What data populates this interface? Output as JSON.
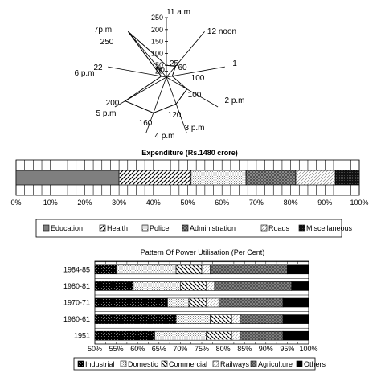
{
  "chart_data": [
    {
      "type": "radar",
      "title": "",
      "spokes": [
        "11 a.m",
        "12 noon",
        "1",
        "2 p.m",
        "3 p.m",
        "4 p.m",
        "5 p.m",
        "6 p.m",
        "7p.m"
      ],
      "values": [
        50,
        60,
        25,
        100,
        120,
        160,
        200,
        22,
        250
      ],
      "value_labels": [
        "50",
        "60",
        "25",
        "100",
        "120",
        "160",
        "200",
        "22",
        "250"
      ],
      "axis_ticks": [
        "250",
        "200",
        "150",
        "100",
        "50",
        "25"
      ],
      "axis_tick_values": [
        250,
        200,
        150,
        100,
        50,
        25
      ],
      "extra_label": "100",
      "rmax": 250
    },
    {
      "type": "stacked-bar-100",
      "title": "Expenditure (Rs.1480 crore)",
      "xlim": [
        0,
        100
      ],
      "ticks": [
        "0%",
        "10%",
        "20%",
        "30%",
        "40%",
        "50%",
        "60%",
        "70%",
        "80%",
        "90%",
        "100%"
      ],
      "series": [
        {
          "name": "Education",
          "value": 30
        },
        {
          "name": "Health",
          "value": 21
        },
        {
          "name": "Police",
          "value": 16
        },
        {
          "name": "Administration",
          "value": 14.5
        },
        {
          "name": "Roads",
          "value": 11.5
        },
        {
          "name": "Miscellaneous",
          "value": 7
        }
      ],
      "legend": "bottom"
    },
    {
      "type": "stacked-bar-horizontal",
      "title": "Pattern Of Power Utilisation (Per Cent)",
      "xlim": [
        50,
        100
      ],
      "ticks": [
        "50%",
        "55%",
        "60%",
        "65%",
        "70%",
        "75%",
        "80%",
        "85%",
        "90%",
        "95%",
        "100%"
      ],
      "categories": [
        "1984-85",
        "1980-81",
        "1970-71",
        "1960-61",
        "1951"
      ],
      "series": [
        {
          "name": "Industrial",
          "values": [
            55,
            59,
            67,
            69,
            64
          ]
        },
        {
          "name": "Domestic",
          "values": [
            14,
            11,
            5,
            8,
            12
          ]
        },
        {
          "name": "Commercial",
          "values": [
            6,
            6,
            4,
            5,
            6
          ]
        },
        {
          "name": "Railways",
          "values": [
            2,
            2,
            3,
            2,
            2
          ]
        },
        {
          "name": "Agriculture",
          "values": [
            18,
            18,
            15,
            10,
            10
          ]
        },
        {
          "name": "Others",
          "values": [
            5,
            4,
            6,
            6,
            6
          ]
        }
      ],
      "legend": "bottom"
    }
  ]
}
